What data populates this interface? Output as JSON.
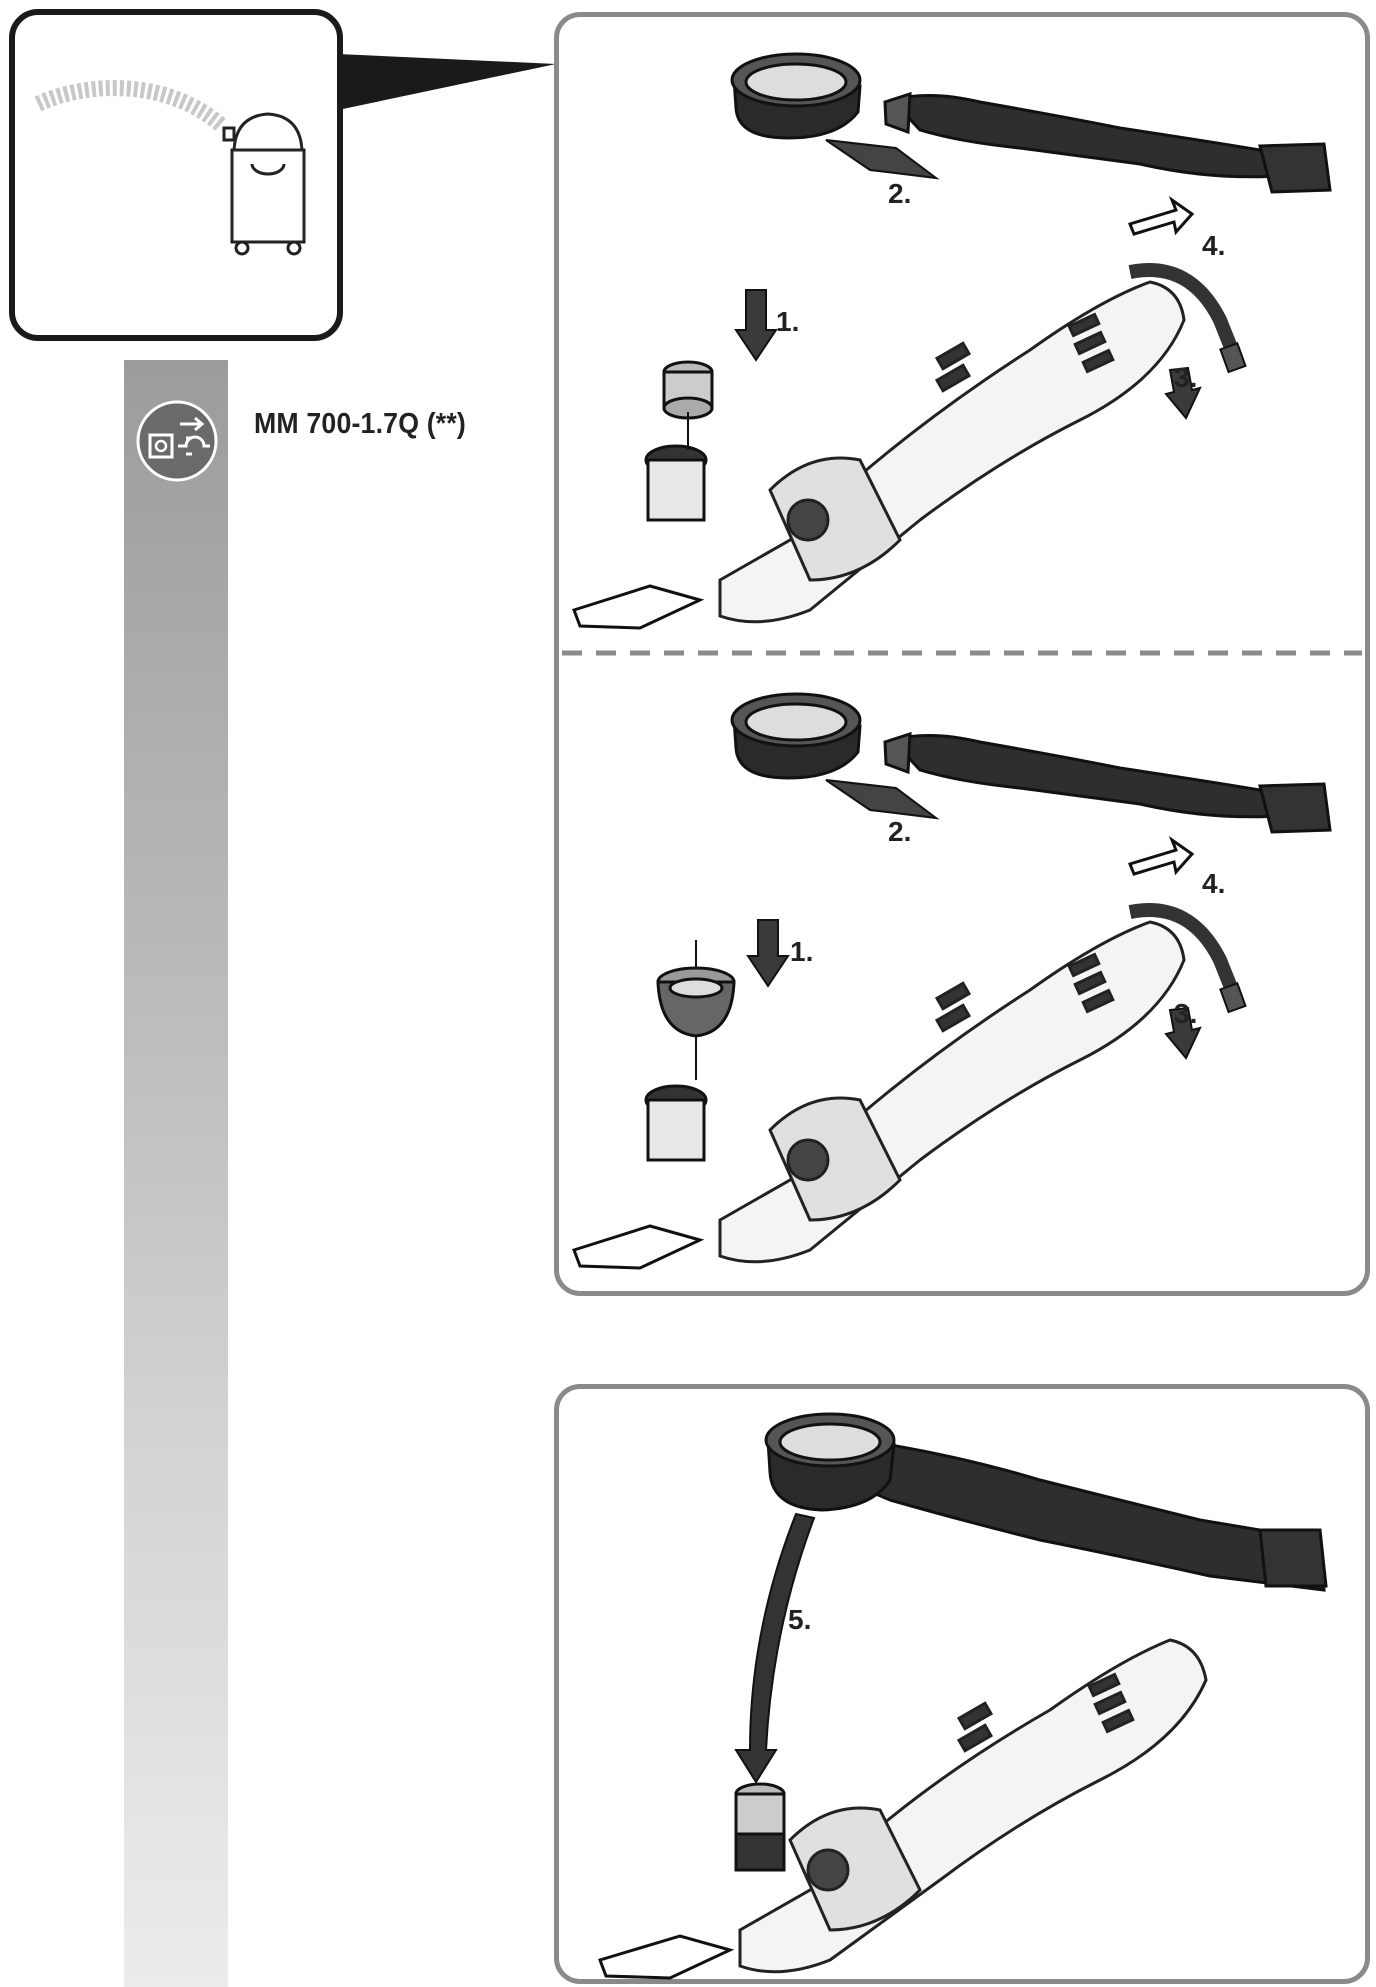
{
  "model": {
    "label": "MM 700-1.7Q (**)"
  },
  "icons": {
    "vacuum": "vacuum-cleaner-icon",
    "power": "power-socket-plug-icon"
  },
  "panel_top": {
    "upper": {
      "steps": [
        "2.",
        "4.",
        "1.",
        "3."
      ]
    },
    "lower": {
      "steps": [
        "2.",
        "4.",
        "1.",
        "3."
      ]
    }
  },
  "panel_bottom": {
    "steps": [
      "5."
    ]
  },
  "colors": {
    "frame": "#8a8a8a",
    "bar_top": "#9c9c9c",
    "bar_bottom": "#ececec"
  }
}
